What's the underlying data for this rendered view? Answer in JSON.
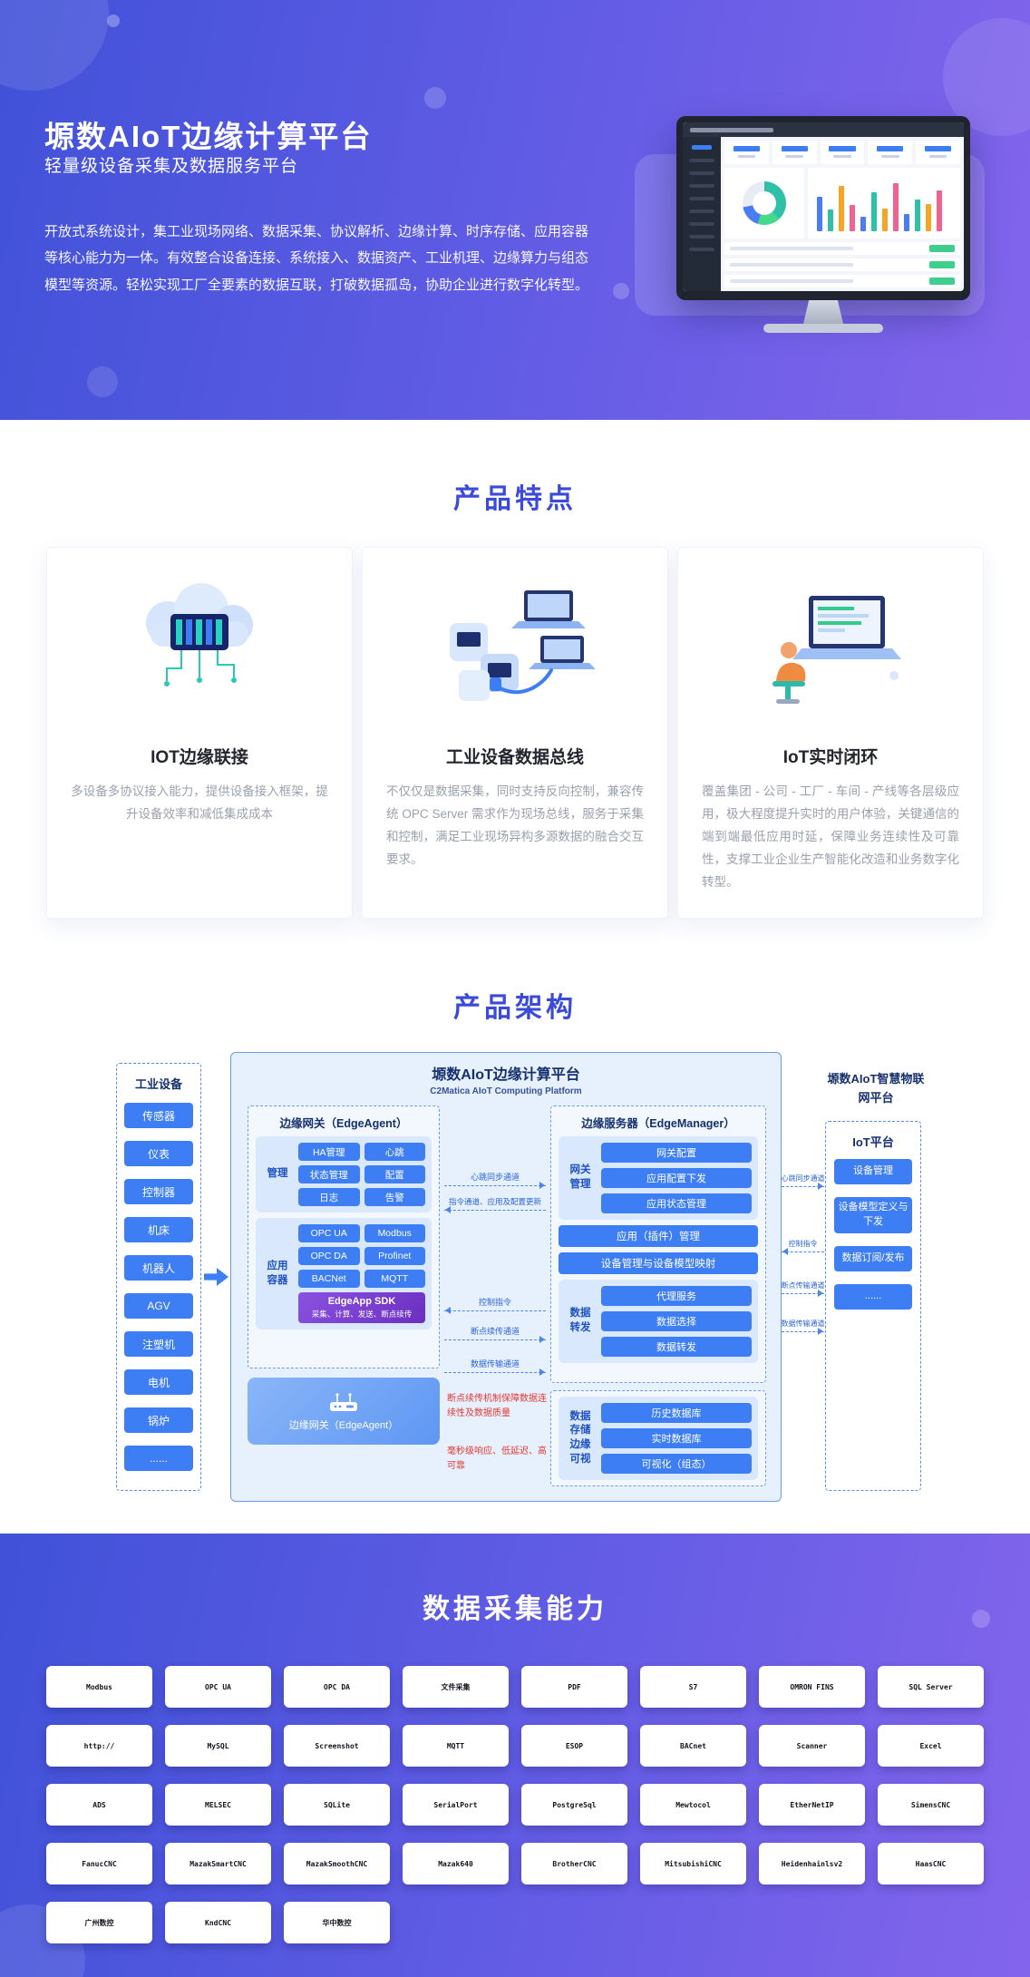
{
  "colors": {
    "brand_gradient_start": "#4052d8",
    "brand_gradient_end": "#8365ec",
    "heading_accent": "#3a4bdc",
    "chip_blue": "#3d7ef5",
    "sdk_purple": "#7b3fd6",
    "note_red": "#e03a34",
    "success_green": "#3ecf8e"
  },
  "icons": {
    "flow_arrow": "right-arrow",
    "router": "edge-gateway-router",
    "channel_arrow": "dashed-arrow"
  },
  "hero": {
    "title": "塬数AIoT边缘计算平台",
    "subtitle": "轻量级设备采集及数据服务平台",
    "description": "开放式系统设计，集工业现场网络、数据采集、协议解析、边缘计算、时序存储、应用容器等核心能力为一体。有效整合设备连接、系统接入、数据资产、工业机理、边缘算力与组态模型等资源。轻松实现工厂全要素的数据互联，打破数据孤岛，协助企业进行数字化转型。"
  },
  "features": {
    "heading": "产品特点",
    "cards": [
      {
        "title": "IOT边缘联接",
        "text": "多设备多协议接入能力，提供设备接入框架，提升设备效率和减低集成成本"
      },
      {
        "title": "工业设备数据总线",
        "text": "不仅仅是数据采集，同时支持反向控制，兼容传统 OPC Server 需求作为现场总线，服务于采集和控制，满足工业现场异构多源数据的融合交互要求。"
      },
      {
        "title": "IoT实时闭环",
        "text": "覆盖集团 - 公司 - 工厂 - 车间 - 产线等各层级应用，极大程度提升实时的用户体验，关键通信的端到端最低应用时延，保障业务连续性及可靠性，支撑工业企业生产智能化改造和业务数字化转型。"
      }
    ]
  },
  "architecture": {
    "heading": "产品架构",
    "devices": {
      "title": "工业设备",
      "items": [
        "传感器",
        "仪表",
        "控制器",
        "机床",
        "机器人",
        "AGV",
        "注塑机",
        "电机",
        "锅炉",
        "......"
      ]
    },
    "platform": {
      "title": "塬数AIoT边缘计算平台",
      "subtitle": "C2Matica AIoT Computing Platform",
      "edge_agent": {
        "title": "边缘网关（EdgeAgent）",
        "manage_label": "管理",
        "manage_items": [
          "HA管理",
          "心跳",
          "状态管理",
          "配置",
          "日志",
          "告警"
        ],
        "container_label": "应用容器",
        "container_items": [
          "OPC UA",
          "Modbus",
          "OPC DA",
          "Profinet",
          "BACNet",
          "MQTT"
        ],
        "sdk_name": "EdgeApp SDK",
        "sdk_desc": "采集、计算、发送、断点续传",
        "gateway_label": "边缘网关（EdgeAgent）"
      },
      "edge_manager": {
        "title": "边缘服务器（EdgeManager）",
        "gateway_label": "网关管理",
        "gateway_items": [
          "网关配置",
          "应用配置下发",
          "应用状态管理"
        ],
        "app_items": [
          "应用（插件）管理",
          "设备管理与设备模型映射"
        ],
        "forward_label": "数据转发",
        "forward_items": [
          "代理服务",
          "数据选择",
          "数据转发"
        ],
        "storage_label": "数据存储边缘可视",
        "storage_items": [
          "历史数据库",
          "实时数据库",
          "可视化（组态）"
        ]
      },
      "channels": [
        "心跳同步通道",
        "指令通道、应用及配置更新",
        "控制指令",
        "断点续传通道",
        "数据传输通道"
      ],
      "notes": [
        "断点续传机制保障数据连续性及数据质量",
        "毫秒级响应、低延迟、高可靠"
      ]
    },
    "iot": {
      "header": "塬数AIoT智慧物联网平台",
      "title": "IoT平台",
      "items": [
        "设备管理",
        "设备模型定义与下发",
        "数据订阅/发布",
        "......"
      ],
      "channels": [
        "心跳同步通道",
        "控制指令",
        "断点传输通道",
        "数据传输通道"
      ]
    }
  },
  "collection": {
    "heading": "数据采集能力",
    "protocols": [
      "Modbus",
      "OPC UA",
      "OPC DA",
      "文件采集",
      "PDF",
      "S7",
      "OMRON FINS",
      "SQL Server",
      "http://",
      "MySQL",
      "Screenshot",
      "MQTT",
      "ESOP",
      "BACnet",
      "Scanner",
      "Excel",
      "ADS",
      "MELSEC",
      "SQLite",
      "SerialPort",
      "PostgreSql",
      "Mewtocol",
      "EtherNetIP",
      "SimensCNC",
      "FanucCNC",
      "MazakSmartCNC",
      "MazakSmoothCNC",
      "Mazak640",
      "BrotherCNC",
      "MitsubishiCNC",
      "Heidenhainlsv2",
      "HaasCNC",
      "广州数控",
      "KndCNC",
      "华中数控"
    ]
  }
}
